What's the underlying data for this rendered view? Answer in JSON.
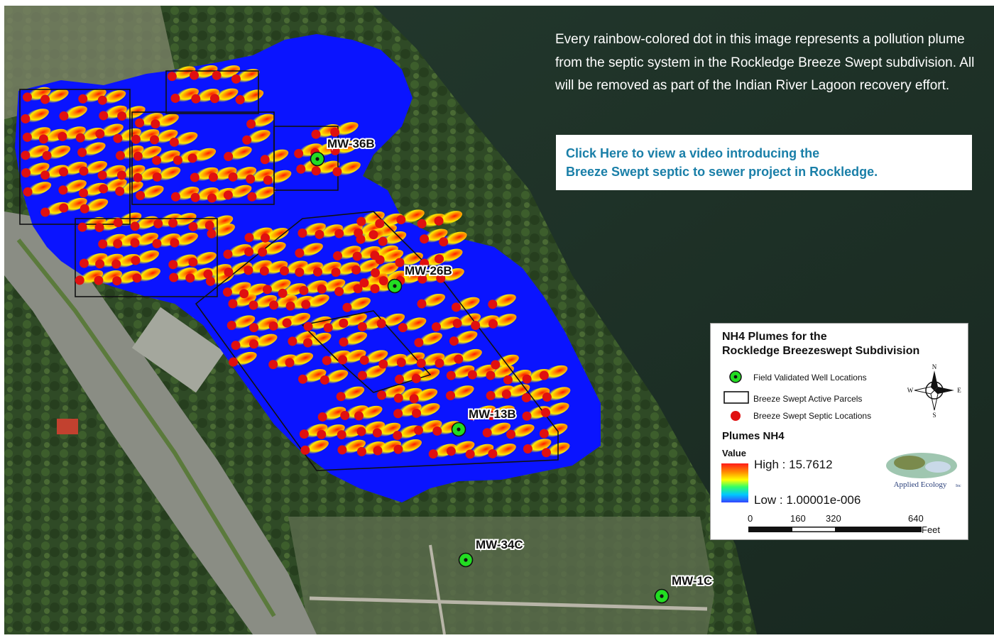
{
  "intro_text": "Every rainbow-colored dot in this image represents a pollution plume from the septic system in the Rockledge Breeze Swept subdivision. All will be removed as part of the Indian River Lagoon recovery effort.",
  "video_link": {
    "line1": "Click Here to view a video introducing the",
    "line2": "Breeze Swept septic to sewer project in Rockledge."
  },
  "wells": [
    {
      "label": "MW-36B"
    },
    {
      "label": "MW-26B"
    },
    {
      "label": "MW-13B"
    },
    {
      "label": "MW-34C"
    },
    {
      "label": "MW-1C"
    }
  ],
  "legend": {
    "title_line1": "NH4 Plumes for the",
    "title_line2": "Rockledge Breezeswept Subdivision",
    "item_wells": "Field Validated Well Locations",
    "item_parcels": "Breeze Swept Active Parcels",
    "item_septic": "Breeze Swept Septic Locations",
    "plumes_title": "Plumes NH4",
    "value_label": "Value",
    "high_label": "High : 15.7612",
    "low_label": "Low : 1.00001e-006",
    "scale_ticks": [
      "0",
      "160",
      "320",
      "640"
    ],
    "scale_unit": "Feet",
    "compass": {
      "n": "N",
      "s": "S",
      "e": "E",
      "w": "W"
    },
    "logo_text": "Applied Ecology",
    "logo_suffix": "Inc"
  },
  "colors": {
    "water": "#1d2e25",
    "plume_base": "#0a14ff",
    "septic_dot": "#e01010",
    "well_dot": "#22dd22",
    "link_text": "#1a7fa8"
  }
}
